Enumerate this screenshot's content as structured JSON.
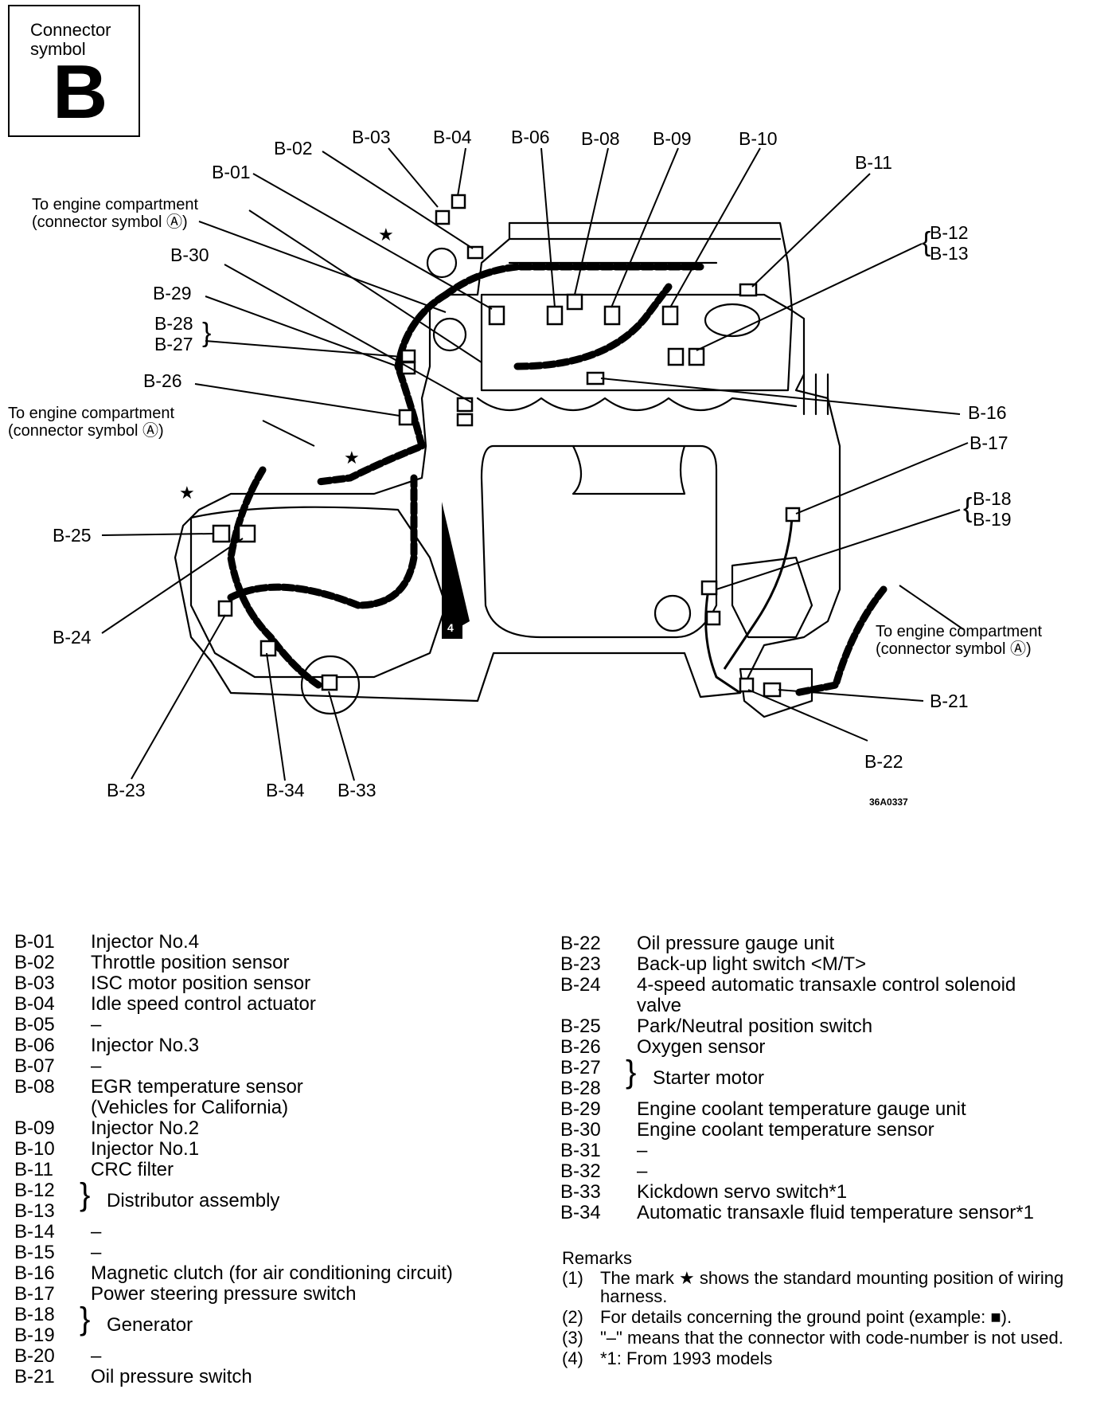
{
  "symbol_box": {
    "caption": "Connector\nsymbol",
    "caption_line1": "Connector",
    "caption_line2": "symbol",
    "letter": "B"
  },
  "diagram_labels": {
    "b01": "B-01",
    "b02": "B-02",
    "b03": "B-03",
    "b04": "B-04",
    "b06": "B-06",
    "b08": "B-08",
    "b09": "B-09",
    "b10": "B-10",
    "b11": "B-11",
    "b12": "B-12",
    "b13": "B-13",
    "b16": "B-16",
    "b17": "B-17",
    "b18": "B-18",
    "b19": "B-19",
    "b21": "B-21",
    "b22": "B-22",
    "b23": "B-23",
    "b24": "B-24",
    "b25": "B-25",
    "b26": "B-26",
    "b27": "B-27",
    "b28": "B-28",
    "b29": "B-29",
    "b30": "B-30",
    "b33": "B-33",
    "b34": "B-34"
  },
  "engine_compartment_note": {
    "line1": "To engine compartment",
    "line2": "(connector symbol Ⓐ)"
  },
  "ground_marker": "4",
  "figure_code": "36A0337",
  "legend_left": [
    {
      "code": "B-01",
      "desc": "Injector No.4"
    },
    {
      "code": "B-02",
      "desc": "Throttle position sensor"
    },
    {
      "code": "B-03",
      "desc": "ISC motor position sensor"
    },
    {
      "code": "B-04",
      "desc": "Idle speed control actuator"
    },
    {
      "code": "B-05",
      "desc": "–"
    },
    {
      "code": "B-06",
      "desc": "Injector No.3"
    },
    {
      "code": "B-07",
      "desc": "–"
    },
    {
      "code": "B-08",
      "desc": "EGR temperature sensor"
    },
    {
      "code": "",
      "desc": "(Vehicles for California)"
    },
    {
      "code": "B-09",
      "desc": "Injector No.2"
    },
    {
      "code": "B-10",
      "desc": "Injector No.1"
    },
    {
      "code": "B-11",
      "desc": "CRC filter"
    },
    {
      "code": "B-12",
      "desc": ""
    },
    {
      "code": "B-13",
      "desc": "Distributor assembly"
    },
    {
      "code": "B-14",
      "desc": "–"
    },
    {
      "code": "B-15",
      "desc": "–"
    },
    {
      "code": "B-16",
      "desc": "Magnetic clutch (for air conditioning circuit)"
    },
    {
      "code": "B-17",
      "desc": "Power steering pressure switch"
    },
    {
      "code": "B-18",
      "desc": ""
    },
    {
      "code": "B-19",
      "desc": "Generator"
    },
    {
      "code": "B-20",
      "desc": "–"
    },
    {
      "code": "B-21",
      "desc": "Oil pressure switch"
    }
  ],
  "legend_right": [
    {
      "code": "B-22",
      "desc": "Oil pressure gauge unit"
    },
    {
      "code": "B-23",
      "desc": "Back-up light switch <M/T>"
    },
    {
      "code": "B-24",
      "desc": "4-speed automatic transaxle control solenoid"
    },
    {
      "code": "",
      "desc": "valve"
    },
    {
      "code": "B-25",
      "desc": "Park/Neutral position switch"
    },
    {
      "code": "B-26",
      "desc": "Oxygen sensor"
    },
    {
      "code": "B-27",
      "desc": ""
    },
    {
      "code": "B-28",
      "desc": "Starter motor"
    },
    {
      "code": "B-29",
      "desc": "Engine coolant temperature gauge unit"
    },
    {
      "code": "B-30",
      "desc": "Engine coolant temperature sensor"
    },
    {
      "code": "B-31",
      "desc": "–"
    },
    {
      "code": "B-32",
      "desc": "–"
    },
    {
      "code": "B-33",
      "desc": "Kickdown servo switch*1"
    },
    {
      "code": "B-34",
      "desc": "Automatic transaxle fluid temperature sensor*1"
    }
  ],
  "remarks": {
    "title": "Remarks",
    "items": [
      {
        "n": "(1)",
        "text": "The mark ★ shows the standard mounting position of wiring harness."
      },
      {
        "n": "(2)",
        "text": "For details concerning the ground point (example: ■)."
      },
      {
        "n": "(3)",
        "text": "\"–\" means that the connector with code-number is not used."
      },
      {
        "n": "(4)",
        "text": "*1: From 1993 models"
      }
    ]
  }
}
